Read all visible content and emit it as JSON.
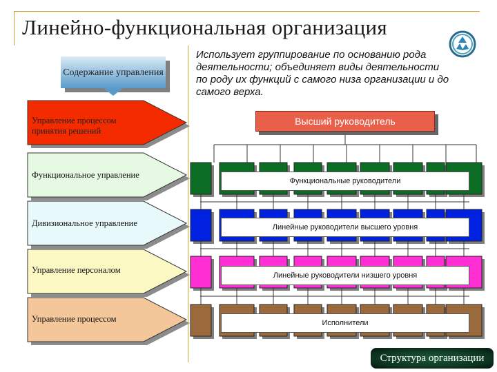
{
  "title": "Линейно-функциональная организация",
  "description": "Использует группирование по основанию рода деятельности; объединяет виды деятельности по роду их функций с самого низа организации и до самого верха.",
  "content_box": "Содержание управления",
  "arrows": [
    {
      "label": "Управление процессом принятия решений",
      "color": "#f52b00"
    },
    {
      "label": "Функциональное управление",
      "color": "#e6fae3"
    },
    {
      "label": "Дивизиональное управление",
      "color": "#e8f9fb"
    },
    {
      "label": "Управление персоналом",
      "color": "#fbf8c4"
    },
    {
      "label": "Управление процессом",
      "color": "#f3c79a"
    }
  ],
  "top_box": "Высший руководитель",
  "rows": [
    {
      "label": "Функциональные руководители",
      "color": "#0b6e24"
    },
    {
      "label": "Линейные руководители высшего уровня",
      "color": "#0022e0"
    },
    {
      "label": "Линейные руководители низшего уровня",
      "color": "#ff2fd4"
    },
    {
      "label": "Исполнители",
      "color": "#9a6a3c"
    }
  ],
  "badge": "Структура организации",
  "colors": {
    "frame": "#c9a227",
    "content_box": "#5a9bcb",
    "top_box": "#e8604a"
  },
  "icons": {
    "logo": "recycle-icon"
  }
}
